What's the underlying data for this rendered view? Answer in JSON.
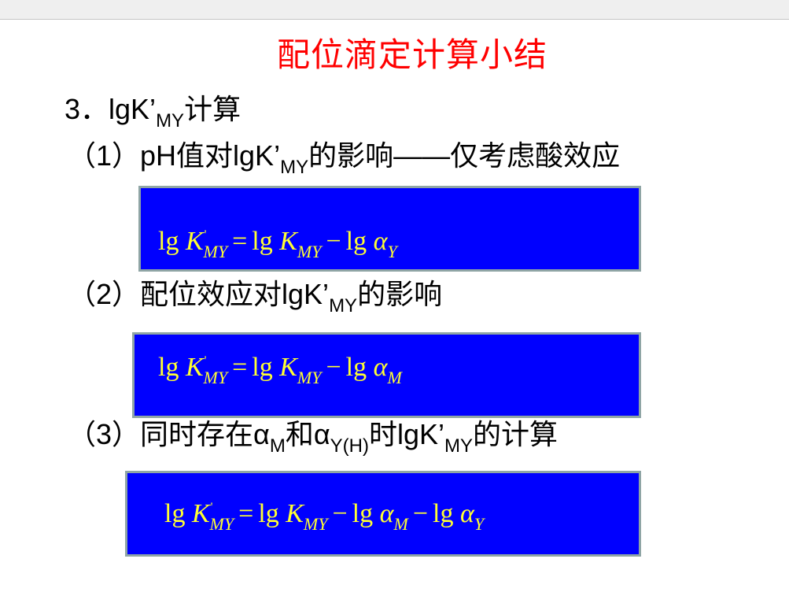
{
  "slide": {
    "title": "配位滴定计算小结",
    "heading": {
      "prefix": "3．lgK’",
      "sub": "MY",
      "suffix": "计算"
    },
    "items": [
      {
        "prefix": "（1）pH值对lgK’",
        "sub": "MY",
        "suffix": "的影响——仅考虑酸效应"
      },
      {
        "prefix": "（2）配位效应对lgK’",
        "sub": "MY",
        "suffix": "的影响"
      },
      {
        "prefix": "（3）同时存在α",
        "sub1": "M",
        "mid1": "和α",
        "sub2": "Y(H)",
        "mid2": "时lgK’",
        "sub3": "MY",
        "suffix": "的计算"
      }
    ],
    "formulas": [
      {
        "lhs_lg": "lg",
        "lhs_K": "K",
        "lhs_prime": "'",
        "lhs_sub": "MY",
        "eq": "=",
        "r1_lg": "lg",
        "r1_K": "K",
        "r1_sub": "MY",
        "minus1": "−",
        "r2_lg": "lg",
        "r2_alpha": "α",
        "r2_sub": "Y"
      },
      {
        "lhs_lg": "lg",
        "lhs_K": "K",
        "lhs_prime": "'",
        "lhs_sub": "MY",
        "eq": "=",
        "r1_lg": "lg",
        "r1_K": "K",
        "r1_sub": "MY",
        "minus1": "−",
        "r2_lg": "lg",
        "r2_alpha": "α",
        "r2_sub": "M"
      },
      {
        "lhs_lg": "lg",
        "lhs_K": "K",
        "lhs_prime": "'",
        "lhs_sub": "MY",
        "eq": "=",
        "r1_lg": "lg",
        "r1_K": "K",
        "r1_sub": "MY",
        "minus1": "−",
        "r2_lg": "lg",
        "r2_alpha": "α",
        "r2_sub": "M",
        "minus2": "−",
        "r3_lg": "lg",
        "r3_alpha": "α",
        "r3_sub": "Y"
      }
    ],
    "colors": {
      "title": "#ff0000",
      "box_bg": "#0000ff",
      "box_border": "#8fa5a5",
      "formula_text": "#ffff33"
    }
  }
}
